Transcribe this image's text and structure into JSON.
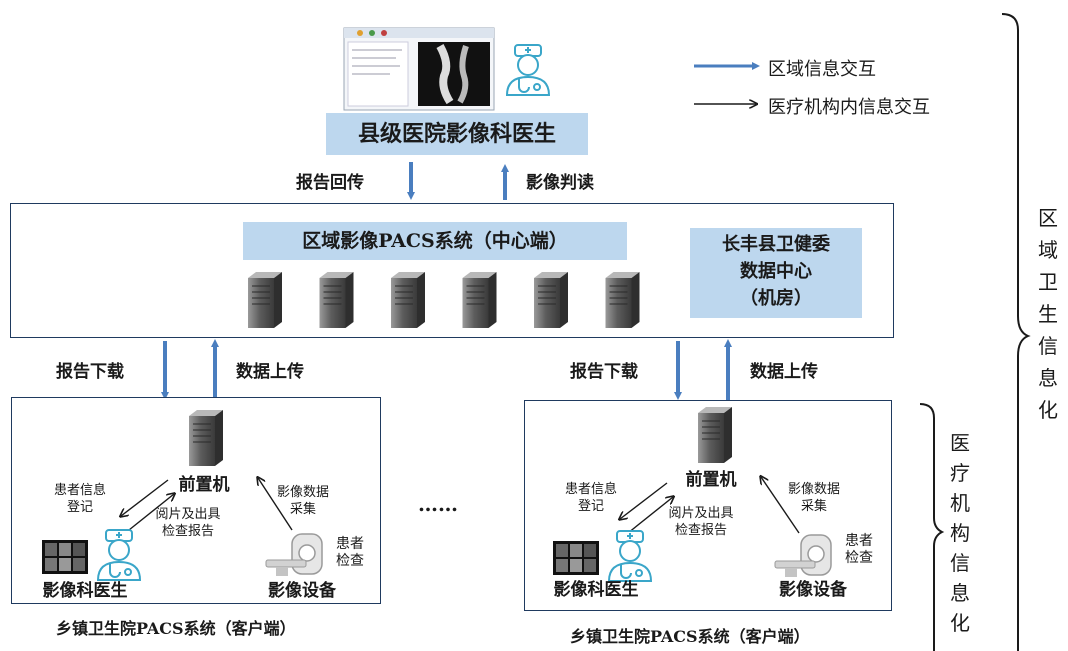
{
  "legend": {
    "regional": "区域信息交互",
    "internal": "医疗机构内信息交互",
    "regional_color": "#4a7ebf",
    "internal_color": "#1a1a1a"
  },
  "county": {
    "title": "县级医院影像科医生",
    "report_return": "报告回传",
    "image_read": "影像判读"
  },
  "center": {
    "pacs_title": "区域影像PACS系统（中心端）",
    "datacenter_lines": [
      "长丰县卫健委",
      "数据中心",
      "（机房）"
    ],
    "server_count": 6
  },
  "links": {
    "report_download": "报告下载",
    "data_upload": "数据上传"
  },
  "clinic": {
    "front_machine": "前置机",
    "patient_info_lines": [
      "患者信息",
      "登记"
    ],
    "read_report_lines": [
      "阅片及出具",
      "检查报告"
    ],
    "image_collect_lines": [
      "影像数据",
      "采集"
    ],
    "patient_exam_lines": [
      "患者",
      "检查"
    ],
    "radiologist": "影像科医生",
    "equipment": "影像设备",
    "system_label": "乡镇卫生院PACS系统（客户端）"
  },
  "ellipsis": "……",
  "side": {
    "regional_lines": [
      "区",
      "域",
      "卫",
      "生",
      "信",
      "息",
      "化"
    ],
    "institution_lines": [
      "医",
      "疗",
      "机",
      "构",
      "信",
      "息",
      "化"
    ]
  }
}
